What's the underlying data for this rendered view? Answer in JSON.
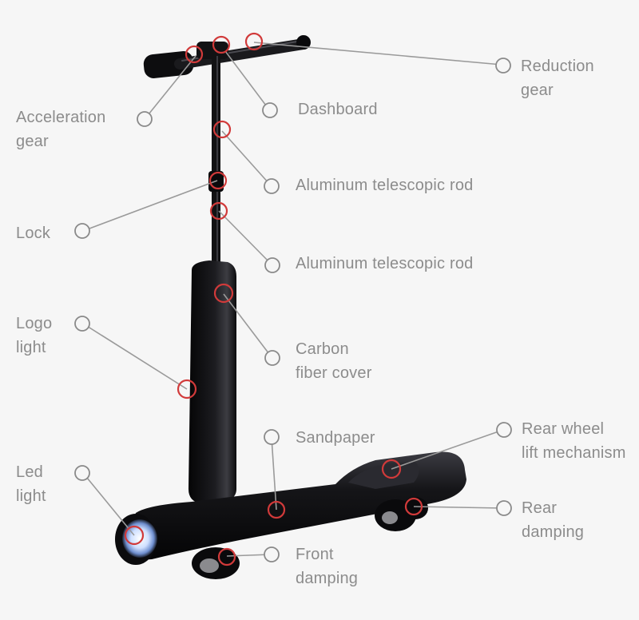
{
  "colors": {
    "body": "#0e0e10",
    "highlight": "#3a3a40",
    "leader": "#9a9a9a",
    "marker": "#d13a3a",
    "label": "#8c8c8c",
    "led": "#dde9ff"
  },
  "labels": {
    "reduction_gear": "Reduction\ngear",
    "dashboard": "Dashboard",
    "acceleration_gear": "Acceleration\ngear",
    "telescopic_rod_upper": "Aluminum telescopic rod",
    "lock": "Lock",
    "telescopic_rod_lower": "Aluminum telescopic rod",
    "logo_light": "Logo\nlight",
    "carbon_fiber_cover": "Carbon\nfiber cover",
    "sandpaper": "Sandpaper",
    "rear_wheel_lift": "Rear wheel\nlift mechanism",
    "led_light": "Led\nlight",
    "rear_damping": "Rear\ndamping",
    "front_damping": "Front\ndamping"
  }
}
